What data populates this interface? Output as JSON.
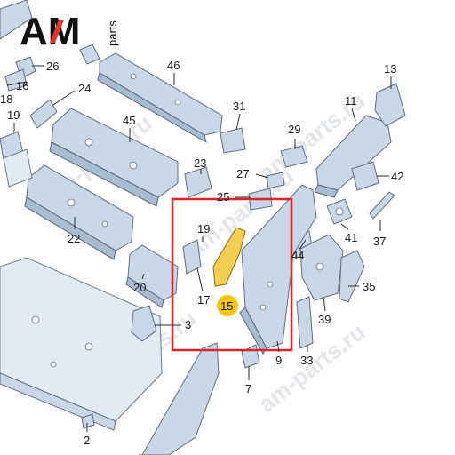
{
  "logo": {
    "brand": "AM",
    "suffix": "parts",
    "accent_color": "#e63329"
  },
  "watermark": {
    "text": "am-parts.ru"
  },
  "callouts": [
    {
      "id": "c2",
      "label": "2"
    },
    {
      "id": "c3",
      "label": "3"
    },
    {
      "id": "c7",
      "label": "7"
    },
    {
      "id": "c9",
      "label": "9"
    },
    {
      "id": "c11",
      "label": "11"
    },
    {
      "id": "c13",
      "label": "13"
    },
    {
      "id": "c15",
      "label": "15"
    },
    {
      "id": "c16",
      "label": "16"
    },
    {
      "id": "c17",
      "label": "17"
    },
    {
      "id": "c18",
      "label": "18"
    },
    {
      "id": "c19a",
      "label": "19"
    },
    {
      "id": "c19b",
      "label": "19"
    },
    {
      "id": "c20",
      "label": "20"
    },
    {
      "id": "c22",
      "label": "22"
    },
    {
      "id": "c23",
      "label": "23"
    },
    {
      "id": "c24",
      "label": "24"
    },
    {
      "id": "c25",
      "label": "25"
    },
    {
      "id": "c26",
      "label": "26"
    },
    {
      "id": "c27",
      "label": "27"
    },
    {
      "id": "c29",
      "label": "29"
    },
    {
      "id": "c31",
      "label": "31"
    },
    {
      "id": "c33",
      "label": "33"
    },
    {
      "id": "c35",
      "label": "35"
    },
    {
      "id": "c37",
      "label": "37"
    },
    {
      "id": "c39",
      "label": "39"
    },
    {
      "id": "c41",
      "label": "41"
    },
    {
      "id": "c42",
      "label": "42"
    },
    {
      "id": "c44",
      "label": "44"
    },
    {
      "id": "c45",
      "label": "45"
    },
    {
      "id": "c46",
      "label": "46"
    }
  ],
  "highlight": {
    "label": "15",
    "box_color": "#d9262c",
    "part_color": "#f2cf52",
    "badge_color": "#f5c518"
  }
}
